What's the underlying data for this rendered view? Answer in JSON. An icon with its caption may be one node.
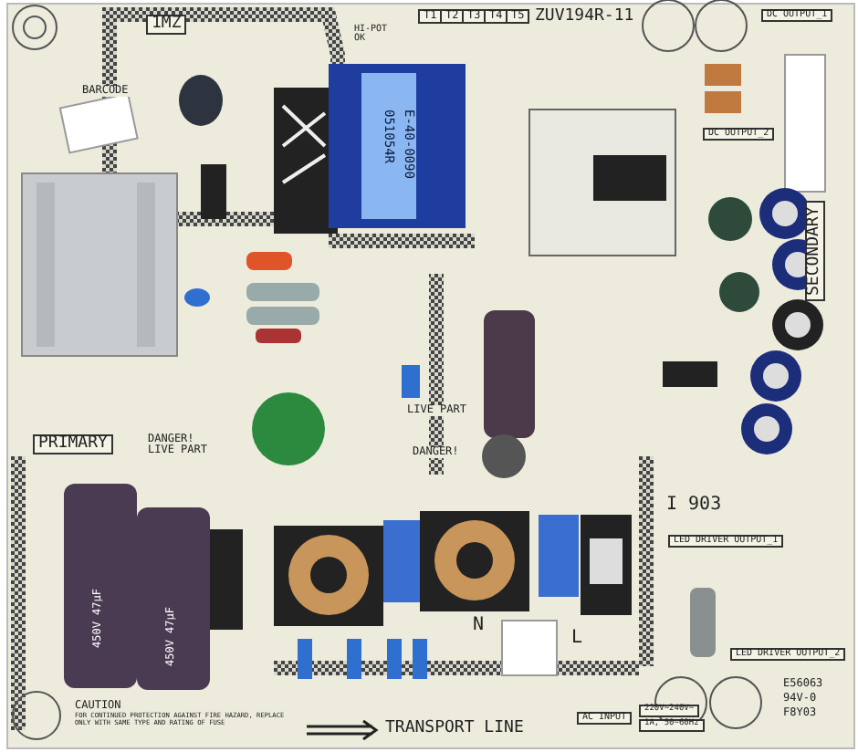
{
  "diagram": {
    "labels": [
      "1MZ",
      "HI-POT OK",
      "T1",
      "T2",
      "T3",
      "T4",
      "T5",
      "ZUV194R-11",
      "DC OUTPUT_1",
      "BARCODE",
      "051054R",
      "E-40-0090",
      "DC OUTPUT_2",
      "SECONDARY",
      "PRIMARY",
      "DANGER! LIVE PART",
      "LIVE PART",
      "DANGER!",
      "450V 47μF",
      "450V 47μF",
      "I 903",
      "LED DRIVER OUTPUT_1",
      "LED DRIVER OUTPUT_2",
      "N",
      "L",
      "CAUTION",
      "FOR CONTINUED PROTECTION AGAINST FIRE HAZARD, REPLACE ONLY WITH SAME TYPE AND RATING OF FUSE",
      "TRANSPORT LINE",
      "AC INPUT",
      "220V~240V~",
      "1A, 50~60Hz",
      "E56063",
      "94V-0",
      "F8Y03"
    ]
  }
}
